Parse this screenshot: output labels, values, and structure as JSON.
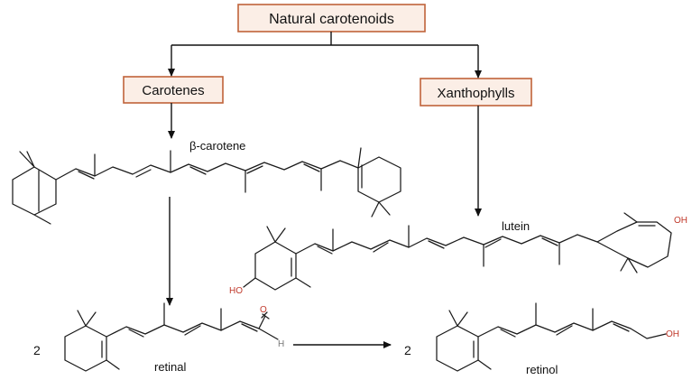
{
  "boxes": {
    "root": "Natural carotenoids",
    "left": "Carotenes",
    "right": "Xanthophylls"
  },
  "molecules": {
    "beta_carotene": "β-carotene",
    "lutein": "lutein",
    "retinal": "retinal",
    "retinol": "retinol"
  },
  "coefficients": {
    "retinal": "2",
    "retinol": "2"
  },
  "atoms": {
    "lutein_oh_left": "HO",
    "lutein_oh_right": "OH",
    "retinal_o": "O",
    "retinal_h": "H",
    "retinol_oh": "OH"
  },
  "colors": {
    "box_fill": "#fbeee6",
    "box_border": "#c0633a",
    "heteroatom": "#c0392b"
  }
}
